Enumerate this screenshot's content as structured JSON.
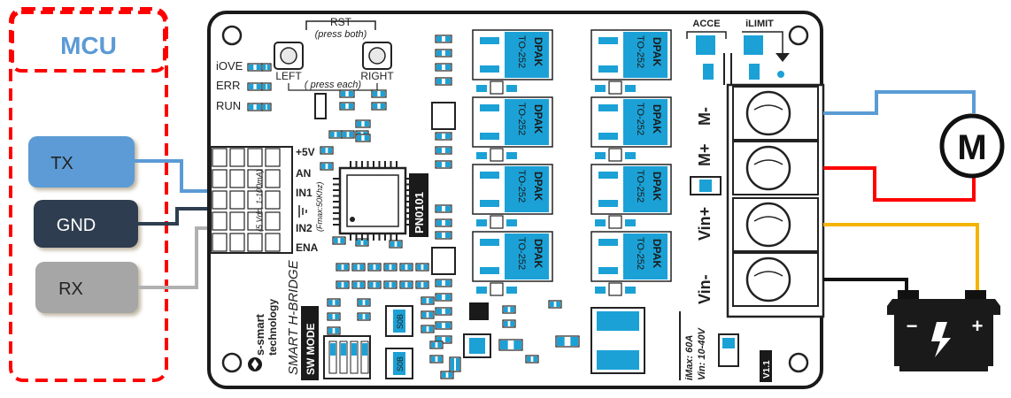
{
  "mcu": {
    "title": "MCU",
    "pins": [
      "TX",
      "GND",
      "RX"
    ]
  },
  "board": {
    "rst_label": "RST",
    "rst_sub": "(press  both)",
    "left_label": "LEFT",
    "right_label": "RIGHT",
    "press_each": "( press each)",
    "leds": [
      "iOVE",
      "ERR",
      "RUN"
    ],
    "header_pins": [
      "+5V",
      "AN",
      "IN1",
      "IN2",
      "ENA"
    ],
    "header_note1": "(5 Vdc, 1-100mA)",
    "header_note2": "(Fmax:50Khz)",
    "chip_id": "PN0101",
    "mosfet_line1": "DPAK",
    "mosfet_line2": "TO-252",
    "acce_label": "ACCE",
    "ilimit_label": "iLIMIT",
    "terminals": [
      "M-",
      "M+",
      "Vin+",
      "Vin-"
    ],
    "brand1": "s-smart",
    "brand2": "technology",
    "product": "SMART H-BRIDGE",
    "sw_mode": "SW MODE",
    "rating1": "iMax: 60A",
    "rating2": "Vin: 10-40V",
    "version": "V1.1",
    "diode_mark": "S0B"
  },
  "motor": {
    "symbol": "M"
  },
  "battery": {
    "minus": "−",
    "plus": "+"
  },
  "colors": {
    "mcu_box": "#ff0000",
    "mcu_title": "#5b9bd5",
    "tx": "#5b9bd5",
    "gnd": "#2f3e50",
    "rx": "#a6a6a6",
    "chip_blue": "#1ba1d6",
    "wire_red": "#ff0000",
    "wire_yellow": "#f4b400",
    "wire_blue": "#5b9bd5"
  }
}
